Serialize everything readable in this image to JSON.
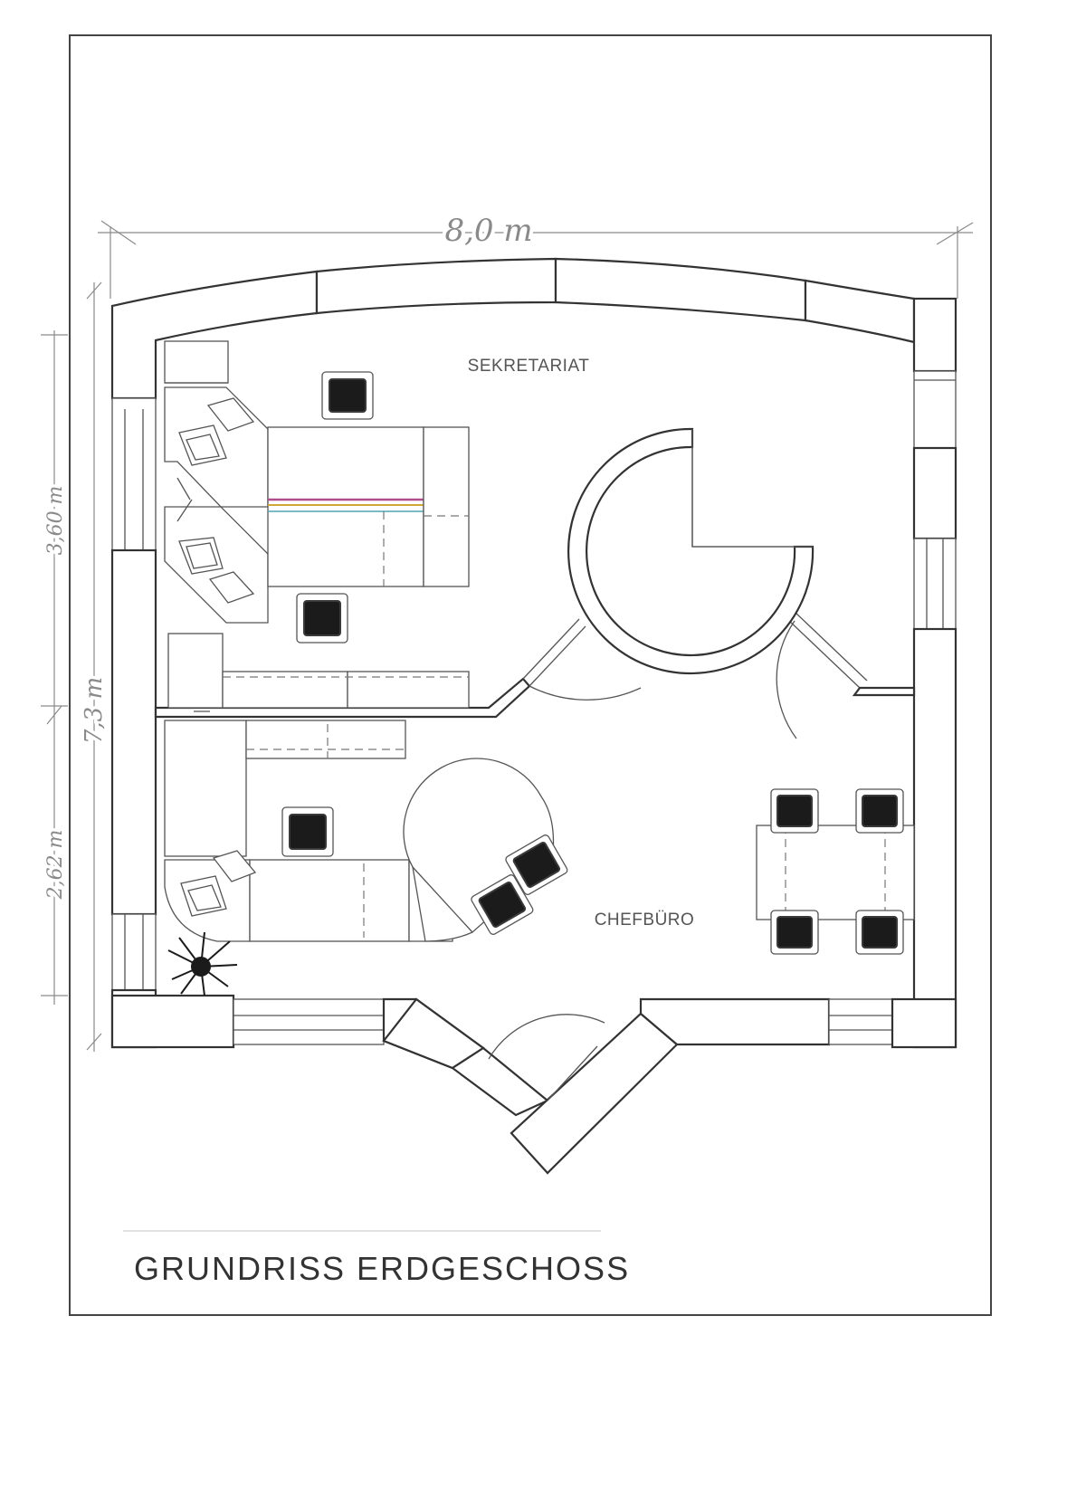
{
  "drawing": {
    "title": "GRUNDRISS ERDGESCHOSS",
    "rooms": {
      "sekretariat": "SEKRETARIAT",
      "chefbuero": "CHEFBÜRO"
    },
    "dimensions": {
      "width": "8,0 m",
      "height_total": "7,3 m",
      "height_upper": "3,60 m",
      "height_lower": "2,62 m"
    }
  }
}
